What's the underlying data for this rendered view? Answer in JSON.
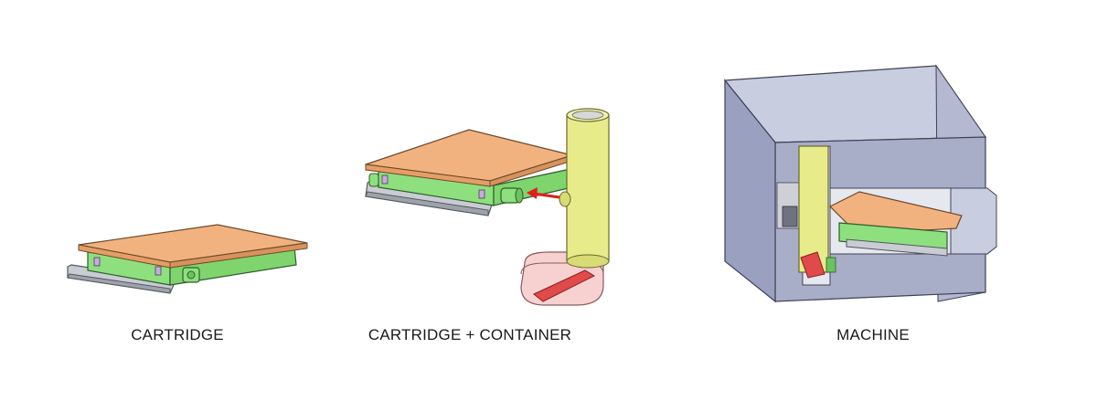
{
  "captions": {
    "cartridge": "CARTRIDGE",
    "cartridge_container": "CARTRIDGE + CONTAINER",
    "machine": "MACHINE"
  },
  "colors": {
    "top_plate": "#f2b27f",
    "board": "#8ee07f",
    "tray": "#c9ccd3",
    "cylinder": "#e8eb8a",
    "container": "#f3c2c0",
    "insert": "#e04a4a",
    "arrow": "#e31b1b",
    "machine": "#a8adc8",
    "machine_dark": "#c9cde0"
  }
}
